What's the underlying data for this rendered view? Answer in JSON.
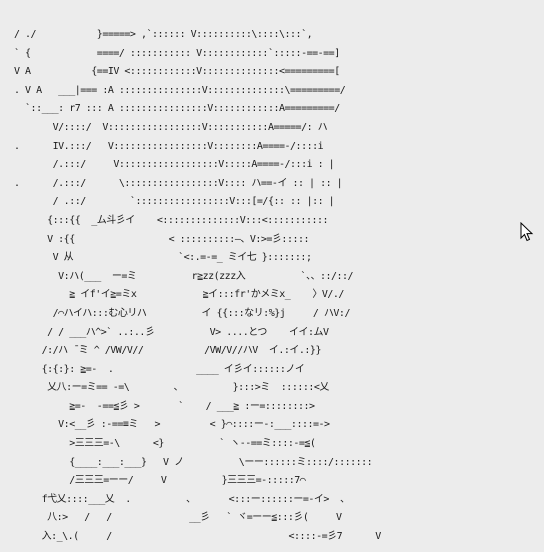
{
  "art": {
    "lines": [
      "/ ./           }=====> ,`:::::: V::::::::::\\::::\\:::`,",
      "` {            ====/ ::::::::::: V::::::::::::`:::::-==-==]",
      "V A           {==IV <::::::::::::V::::::::::::::<=========[",
      ". V A   ___|=== :A :::::::::::::::V::::::::::::::\\=========/",
      "  `::___: r7 ::: A ::::::::::::::::V::::::::::::A=========/",
      "       V/::::/  V:::::::::::::::::V:::::::::::A=====/: ハ",
      ".      IV.:::/   V:::::::::::::::::V::::::::A====-/::::i",
      "       /.:::/     V::::::::::::::::::V:::::A====-/:::i : |",
      ".      /.:::/      \\:::::::::::::::::V:::: ハ==-イ :: | :: |",
      "       / .::/        `:::::::::::::::::V:::[=/{:: :: |:: |",
      "      {:::{{  _ム斗彡イ    <::::::::::::::V:::<:::::::::::",
      "      V :{{                 < ::::::::::—、V:>=彡:::::",
      "       V 从                   `<:.=-=_ ミイ七 }:::::::;",
      "        V:ハ(___  ー=ミ          r≧zz(zzz入          `、、::/::/",
      "          ≧ イf'イ≧=ミx            ≧イ:::fr'かメミx_    〉V/./",
      "       /⌒ハイハ:::む心リハ          イ {{:::なリ:%}j     / ハV:/",
      "      / / ___ハ^>` ..:..彡          V> ....とつ    イイ:ムV",
      "     /:/ハ ̄ ̄ミ ^ /VW/V//           /VW/V//ハV  イ.:イ.:}}",
      "     {:{:}: ≧=-  .               ____ イ彡イ::::::ノイ",
      "      乂八:ー=ミ== -=\\        、         }:::>ミ  ::::::<乂",
      "          ≧=-  -==≦彡 >       `    / ___≧ :ー=::::::::>",
      "        V:<__彡 :-==≡ミ   >         < }⌒::::ー-:___::::=->",
      "          >三三三=-\\      <}          ` ヽ--==ミ::::-=≦(",
      "          {____:___:___}   V ノ          \\ーー::::::ミ::::/:::::::",
      "          /三三三=ーー/     V          }三三三=-:::::7⌒",
      "     f弋乂::::___乂  .          、      <:::ー::::::ー=-イ>  、",
      "      八:>   /   /              __彡   ` ヾ=ーー≦:::彡(     V",
      "     入:_\\.(     /                                <::::-=彡7      V"
    ]
  },
  "colors": {
    "background": "#ececec",
    "ink": "#1a1a1a"
  },
  "pointer": {
    "icon": "mouse-cursor-icon"
  }
}
